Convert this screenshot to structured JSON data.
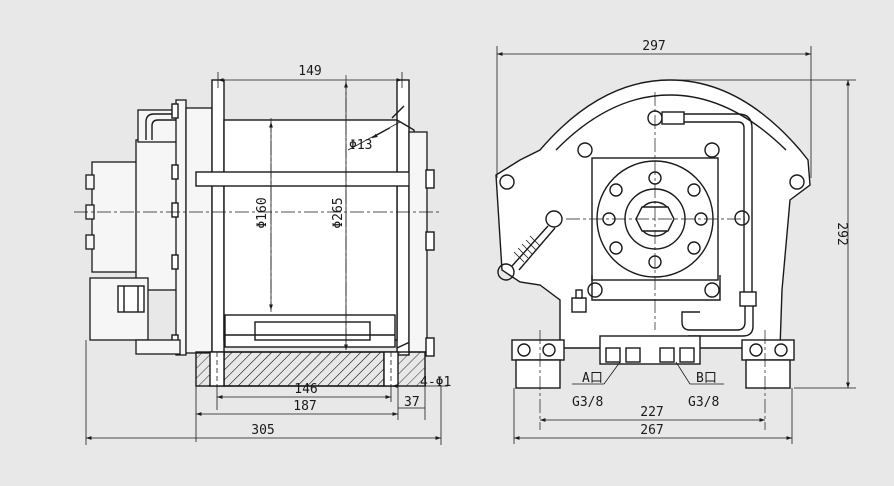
{
  "left_view": {
    "dim_drum_width": "149",
    "dim_hole_dia": "Φ13",
    "dim_drum_dia": "Φ160",
    "dim_flange_dia": "Φ265",
    "dim_base_holes": "146",
    "dim_base_width": "187",
    "dim_base_edge": "37",
    "dim_bolt_spec": "4-Φ1",
    "dim_overall_length": "305"
  },
  "right_view": {
    "dim_overall_width": "297",
    "dim_overall_height": "292",
    "port_a_label": "A口",
    "port_a_thread": "G3/8",
    "port_b_label": "B口",
    "port_b_thread": "G3/8",
    "dim_bolt_spacing": "227",
    "dim_base_length": "267"
  }
}
